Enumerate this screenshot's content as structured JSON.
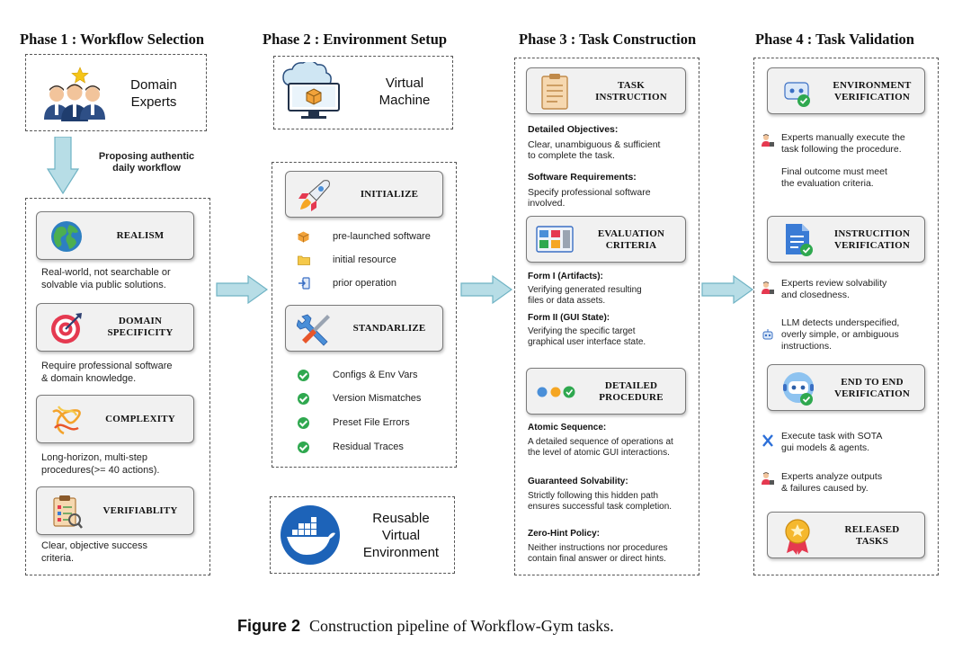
{
  "phases": [
    {
      "title": "Phase 1 : Workflow Selection"
    },
    {
      "title": "Phase 2 : Environment Setup"
    },
    {
      "title": "Phase 3 : Task Construction"
    },
    {
      "title": "Phase 4 : Task Validation"
    }
  ],
  "phase1": {
    "experts_line1": "Domain",
    "experts_line2": "Experts",
    "arrow_line1": "Proposing authentic",
    "arrow_line2": "daily workflow",
    "cards": [
      {
        "label": "REALISM",
        "desc1": "Real-world, not searchable or",
        "desc2": "solvable via public solutions."
      },
      {
        "label1": "DOMAIN",
        "label2": "SPECIFICITY",
        "desc1": "Require professional software",
        "desc2": "& domain knowledge."
      },
      {
        "label": "COMPLEXITY",
        "desc1": "Long-horizon, multi-step",
        "desc2": "procedures(>= 40 actions)."
      },
      {
        "label": "VERIFIABLITY",
        "desc1": "Clear, objective success",
        "desc2": "criteria."
      }
    ]
  },
  "phase2": {
    "vm_line1": "Virtual",
    "vm_line2": "Machine",
    "initialize": "INITIALIZE",
    "init_items": [
      "pre-launched software",
      "initial resource",
      "prior operation"
    ],
    "standardize": "STANDARLIZE",
    "std_items": [
      "Configs & Env Vars",
      "Version Mismatches",
      "Preset File Errors",
      "Residual Traces"
    ],
    "reusable_line1": "Reusable",
    "reusable_line2": "Virtual",
    "reusable_line3": "Environment"
  },
  "phase3": {
    "task_label1": "TASK",
    "task_label2": "INSTRUCTION",
    "detailed_objectives_h": "Detailed Objectives:",
    "detailed_objectives_1": "Clear, unambiguous & sufficient",
    "detailed_objectives_2": "to complete the task.",
    "software_req_h": "Software Requirements:",
    "software_req_1": "Specify professional software",
    "software_req_2": "involved.",
    "eval_label1": "EVALUATION",
    "eval_label2": "CRITERIA",
    "form1_h": "Form I (Artifacts):",
    "form1_1": "Verifying generated resulting",
    "form1_2": "files or data assets.",
    "form2_h": "Form II (GUI State):",
    "form2_1": "Verifying the specific target",
    "form2_2": "graphical user interface state.",
    "proc_label1": "DETAILED",
    "proc_label2": "PROCEDURE",
    "atomic_h": "Atomic Sequence:",
    "atomic_1": "A detailed sequence of operations at",
    "atomic_2": "the level of atomic GUI interactions.",
    "guaranteed_h": "Guaranteed Solvability:",
    "guaranteed_1": "Strictly following this hidden path",
    "guaranteed_2": "ensures successful task completion.",
    "zerohint_h": "Zero-Hint Policy:",
    "zerohint_1": "Neither instructions nor procedures",
    "zerohint_2": "contain final answer or direct hints."
  },
  "phase4": {
    "env_label1": "ENVIRONMENT",
    "env_label2": "VERIFICATION",
    "env_desc1": "Experts manually execute the",
    "env_desc2": "task following the procedure.",
    "env_desc3": "Final outcome must meet",
    "env_desc4": "the evaluation criteria.",
    "instr_label1": "INSTRUCITION",
    "instr_label2": "VERIFICATION",
    "instr_desc1": "Experts review solvability",
    "instr_desc2": "and closedness.",
    "llm_desc1": "LLM detects underspecified,",
    "llm_desc2": "overly simple, or ambiguous",
    "llm_desc3": "instructions.",
    "e2e_label1": "END TO END",
    "e2e_label2": "VERIFICATION",
    "sota_desc1": "Execute task with SOTA",
    "sota_desc2": "gui models & agents.",
    "analyze_desc1": "Experts analyze outputs",
    "analyze_desc2": "& failures caused by.",
    "released_label1": "RELEASED",
    "released_label2": "TASKS"
  },
  "caption": {
    "figure": "Figure 2",
    "text": "Construction pipeline of Workflow-Gym tasks."
  },
  "colors": {
    "arrow": "#b7dde6",
    "arrow_stroke": "#6fb3c4",
    "check": "#2fa84f"
  }
}
